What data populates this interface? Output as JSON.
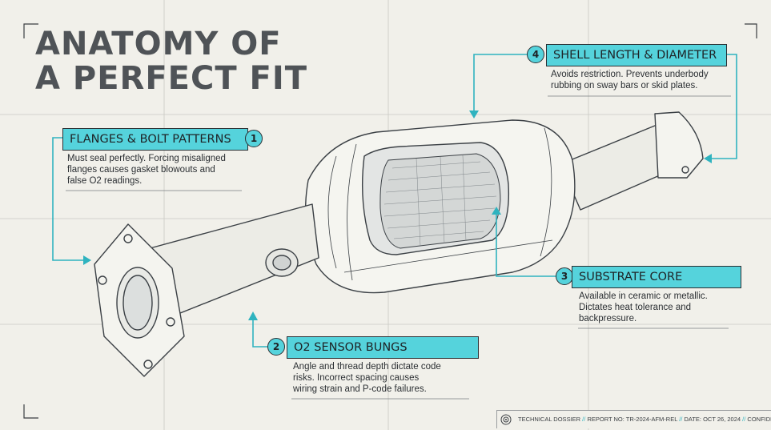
{
  "title": "ANATOMY OF\nA PERFECT FIT",
  "callouts": [
    {
      "num": "1",
      "label": "FLANGES & BOLT PATTERNS",
      "desc": "Must seal perfectly. Forcing misaligned\nflanges causes gasket blowouts and\nfalse O2 readings."
    },
    {
      "num": "2",
      "label": "O2 SENSOR BUNGS",
      "desc": "Angle and thread depth dictate code\nrisks. Incorrect spacing causes\nwiring strain and P-code failures."
    },
    {
      "num": "3",
      "label": "SUBSTRATE CORE",
      "desc": "Available in ceramic or metallic.\nDictates heat tolerance and\nbackpressure."
    },
    {
      "num": "4",
      "label": "SHELL LENGTH & DIAMETER",
      "desc": "Avoids restriction. Prevents underbody\nrubbing on sway bars or skid plates."
    }
  ],
  "footer": {
    "items": [
      "TECHNICAL DOSSIER",
      "REPORT NO: TR-2024-AFM-REL",
      "DATE: OCT 26, 2024",
      "CONFIDENTIAL"
    ],
    "separator": "//",
    "seal_icon": "gear-seal-icon"
  },
  "colors": {
    "accent": "#55d3dc",
    "line": "#2fb3bf",
    "ink": "#2b2f33",
    "paper": "#f1f0ea"
  }
}
